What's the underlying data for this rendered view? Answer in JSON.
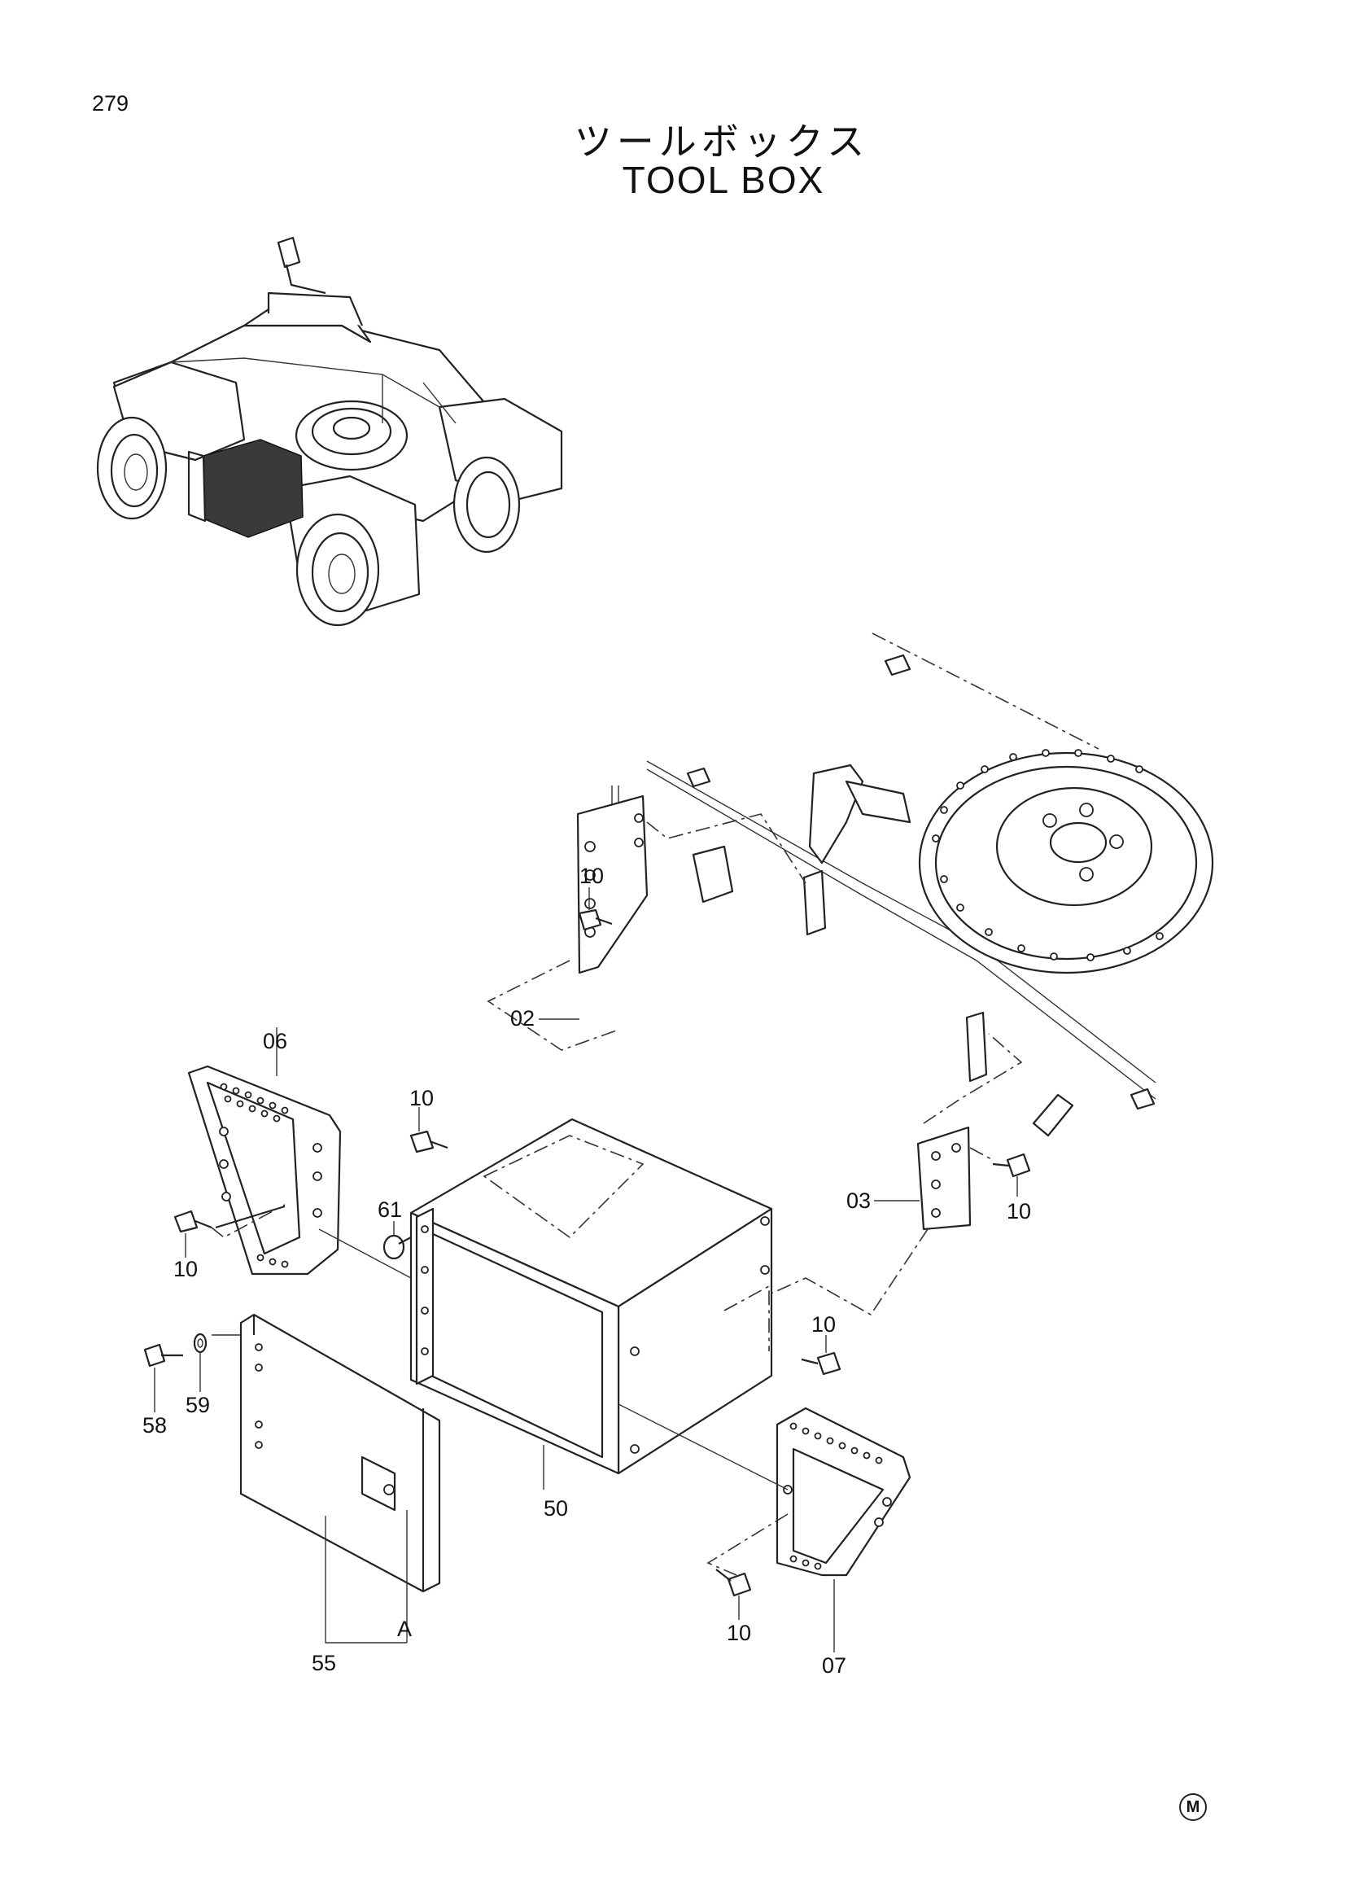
{
  "page_number": "279",
  "title_jp": "ツールボックス",
  "title_en": "TOOL BOX",
  "labels": {
    "p02": "02",
    "p03": "03",
    "p06": "06",
    "p07": "07",
    "p10a": "10",
    "p10b": "10",
    "p10c": "10",
    "p10d": "10",
    "p10e": "10",
    "p10f": "10",
    "p50": "50",
    "p55": "55",
    "p58": "58",
    "p59": "59",
    "p61": "61",
    "pA": "A"
  },
  "maker_mark": "M"
}
